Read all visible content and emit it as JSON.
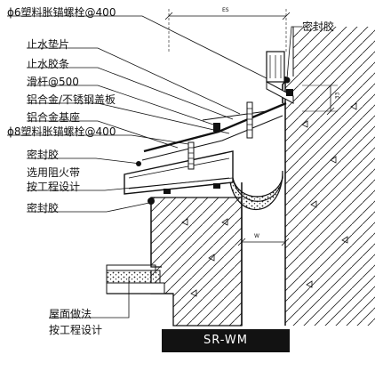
{
  "labels": {
    "anchor_bolt_6": "ϕ6塑料胀锚螺栓@400",
    "waterstop_gasket": "止水垫片",
    "waterstop_strip": "止水胶条",
    "slide_rod": "滑杆@500",
    "cover_plate": "铝合金/不锈钢盖板",
    "base_seat": "铝合金基座",
    "anchor_bolt_8": "ϕ8塑料胀锚螺栓@400",
    "sealant_left_1": "密封胶",
    "fire_belt_line1": "选用阻火带",
    "fire_belt_line2": "按工程设计",
    "sealant_left_2": "密封胶",
    "roofing_line1": "屋面做法",
    "roofing_line2": "按工程设计",
    "sealant_right": "密封胶"
  },
  "dimensions": {
    "top_width": "ES",
    "right_height": "33",
    "gap_width": "W"
  },
  "model_code": "SR-WM"
}
